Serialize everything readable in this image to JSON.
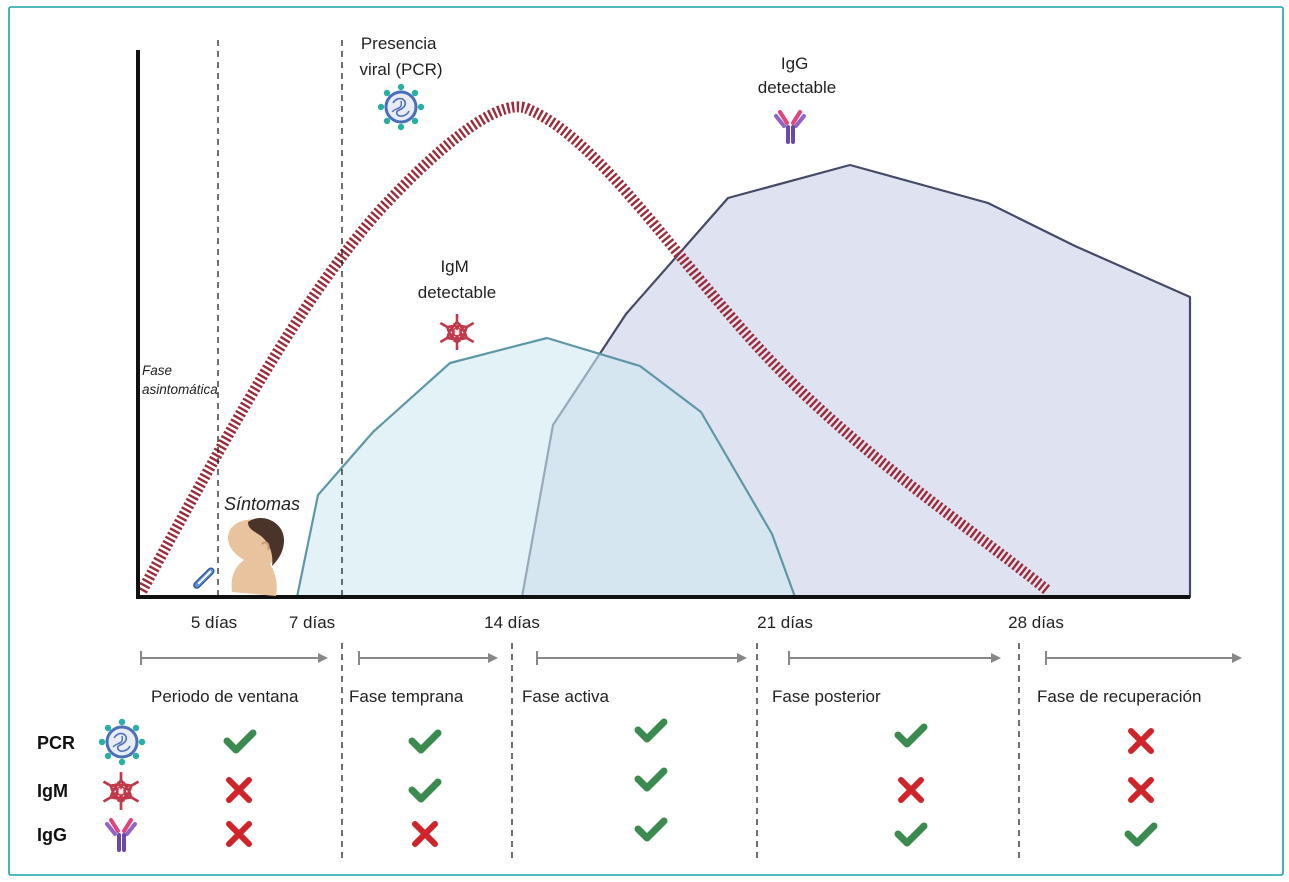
{
  "colors": {
    "frame": "#1aa3a6",
    "viral_curve": "#9b2c3a",
    "igm_fill": "#dff2f8",
    "igm_stroke": "#5f97a6",
    "igg_fill": "#dcdff0",
    "igg_stroke": "#454a66",
    "axis": "#111111",
    "check": "#3b8a4f",
    "cross": "#d0242b",
    "phase_arrow": "#888888"
  },
  "labels": {
    "viral_presence": [
      "Presencia",
      "viral (PCR)"
    ],
    "igg_detectable": [
      "IgG",
      "detectable"
    ],
    "igm_detectable": [
      "IgM",
      "detectable"
    ],
    "asymptomatic": [
      "Fase",
      "asintomática"
    ],
    "symptoms": "Síntomas"
  },
  "icons": {
    "virus": "virus-icon",
    "igm": "igm-antibody-icon",
    "igg": "igg-antibody-icon",
    "patient": "patient-head-icon",
    "thermometer": "thermometer-icon"
  },
  "days": [
    "5 días",
    "7 días",
    "14 días",
    "21 días",
    "28 días"
  ],
  "phases": [
    "Periodo de ventana",
    "Fase temprana",
    "Fase activa",
    "Fase posterior",
    "Fase de recuperación"
  ],
  "tests": [
    {
      "name": "PCR",
      "icon": "virus-icon",
      "results": [
        "check",
        "check",
        "check",
        "check",
        "cross"
      ]
    },
    {
      "name": "IgM",
      "icon": "igm-antibody-icon",
      "results": [
        "cross",
        "check",
        "check",
        "cross",
        "cross"
      ]
    },
    {
      "name": "IgG",
      "icon": "igg-antibody-icon",
      "results": [
        "cross",
        "cross",
        "check",
        "check",
        "check"
      ]
    }
  ]
}
